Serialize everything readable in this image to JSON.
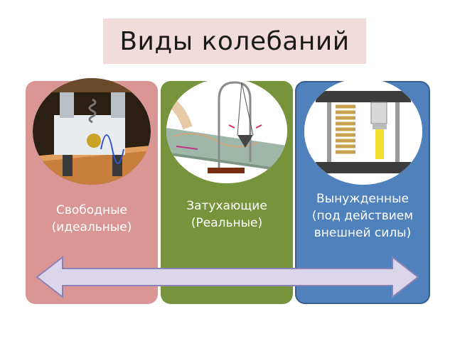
{
  "title": "Виды колебаний",
  "panels": [
    {
      "line1": "Свободные",
      "line2": "(идеальные)",
      "line3": ""
    },
    {
      "line1": "Затухающие",
      "line2": "(Реальные)",
      "line3": ""
    },
    {
      "line1": "Вынужденные",
      "line2": "(под действием",
      "line3": "внешней силы)"
    }
  ],
  "colors": {
    "title_bg": "#f2dcdb",
    "panel_free": "#d99694",
    "panel_damped": "#77933c",
    "panel_forced": "#4f81bd",
    "arrow_fill": "#dcd6ec"
  },
  "icons": [
    "spring-oscillator-icon",
    "pendulum-icon",
    "spring-press-icon",
    "double-arrow-icon"
  ]
}
